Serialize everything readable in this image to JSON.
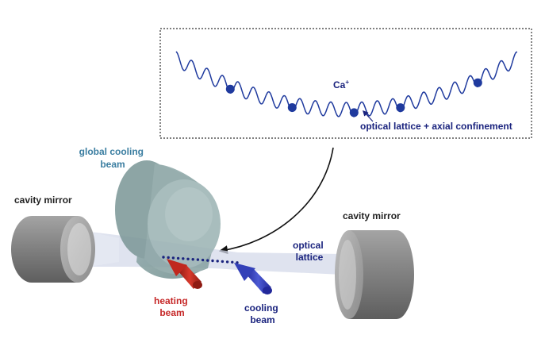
{
  "inset": {
    "ion_label": "Ca",
    "ion_charge": "+",
    "potential_label": "optical lattice + axial confinement"
  },
  "labels": {
    "global_cooling_beam": [
      "global cooling",
      "beam"
    ],
    "cavity_mirror_left": "cavity mirror",
    "cavity_mirror_right": "cavity mirror",
    "optical_lattice": [
      "optical",
      "lattice"
    ],
    "heating_beam": [
      "heating",
      "beam"
    ],
    "cooling_beam": [
      "cooling",
      "beam"
    ]
  },
  "colors": {
    "ion_blue": "#1f3a9e",
    "label_navy": "#1a237e",
    "label_teal": "#3b7ea1",
    "label_red": "#c62828",
    "label_dark": "#222222",
    "wave": "#1f3a9e",
    "mirror": "#7a7a7a",
    "cooling_beam_cylinder": "#7f9c9c",
    "heating_arrow": "#c0281e",
    "cooling_arrow": "#3340b8",
    "lattice_beam": "#d4daea"
  }
}
